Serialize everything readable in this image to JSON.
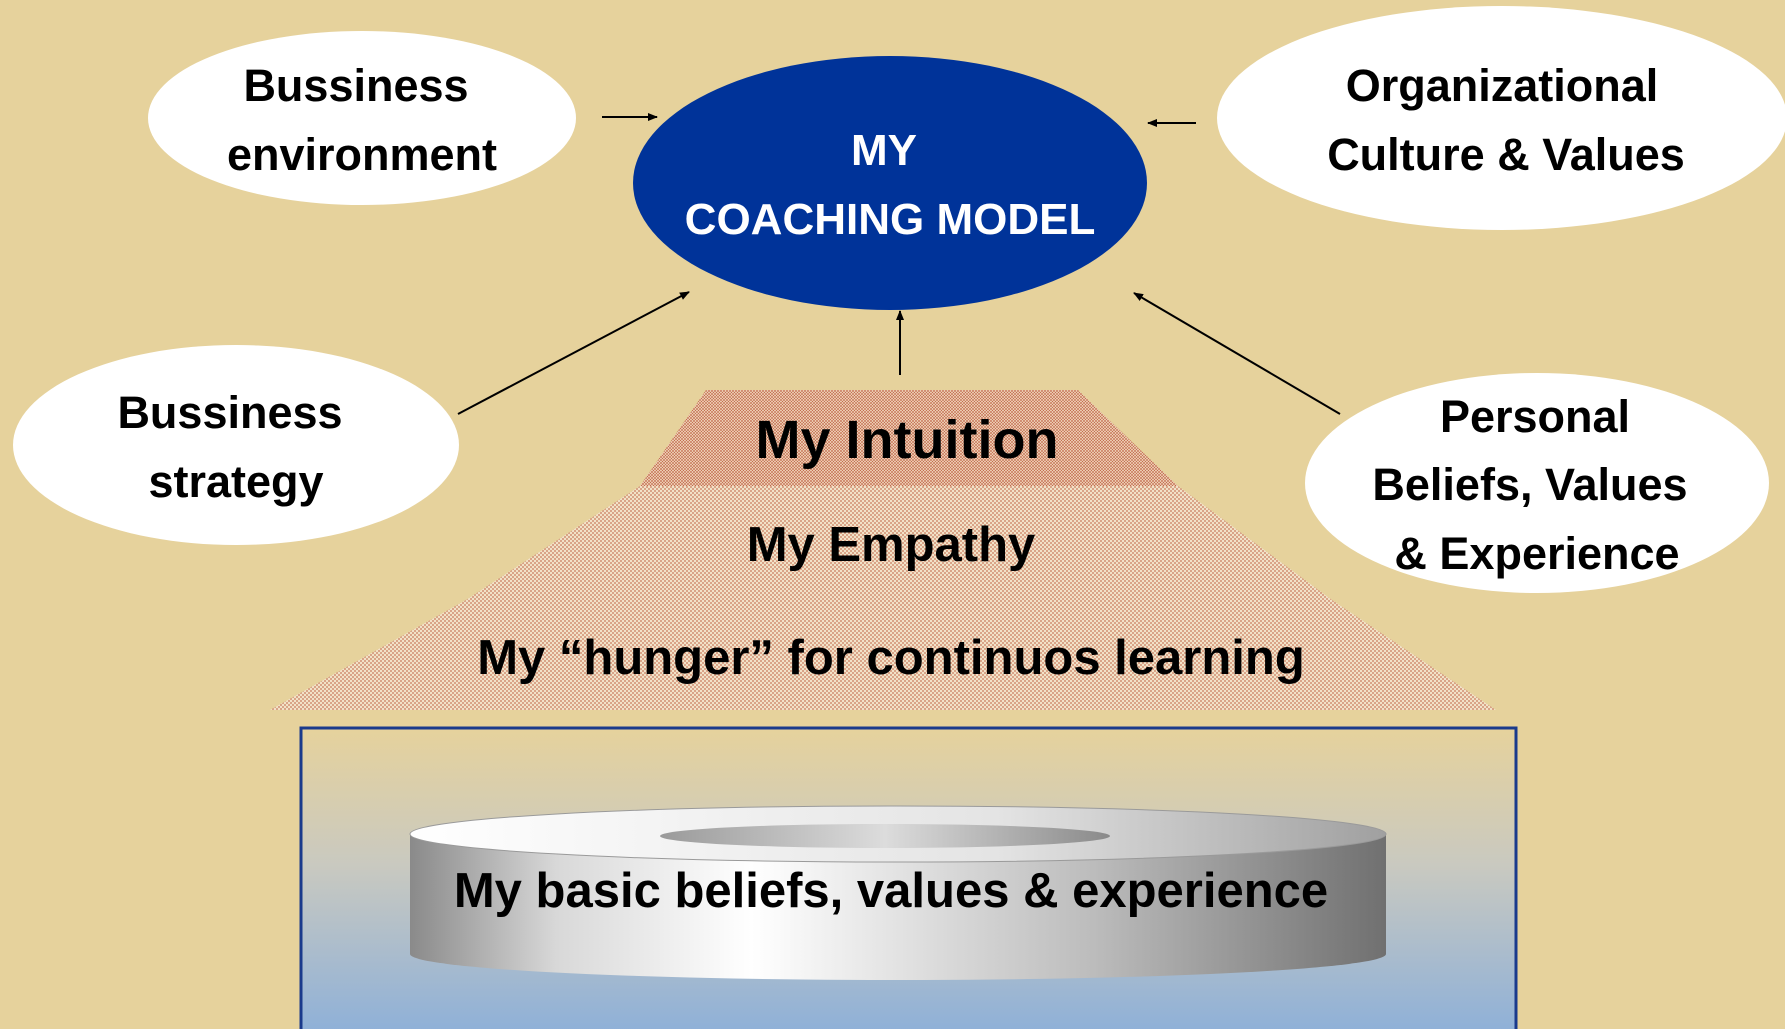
{
  "center": {
    "line1": "MY",
    "line2": "COACHING MODEL",
    "fill": "#003399"
  },
  "influences": {
    "business_environment": {
      "line1": "Bussiness",
      "line2": "environment"
    },
    "organizational_culture": {
      "line1": "Organizational",
      "line2": "Culture & Values"
    },
    "business_strategy": {
      "line1": "Bussiness",
      "line2": "strategy"
    },
    "personal_beliefs": {
      "line1": "Personal",
      "line2": "Beliefs, Values",
      "line3": "& Experience"
    }
  },
  "pyramid": {
    "intuition": "My Intuition",
    "empathy": "My Empathy",
    "learning": "My “hunger” for continuos learning"
  },
  "base": {
    "label": "My basic beliefs, values & experience",
    "border_color": "#1a3a8c"
  },
  "colors": {
    "background": "#e6d29c",
    "pyramid_dot": "#c8785a"
  }
}
